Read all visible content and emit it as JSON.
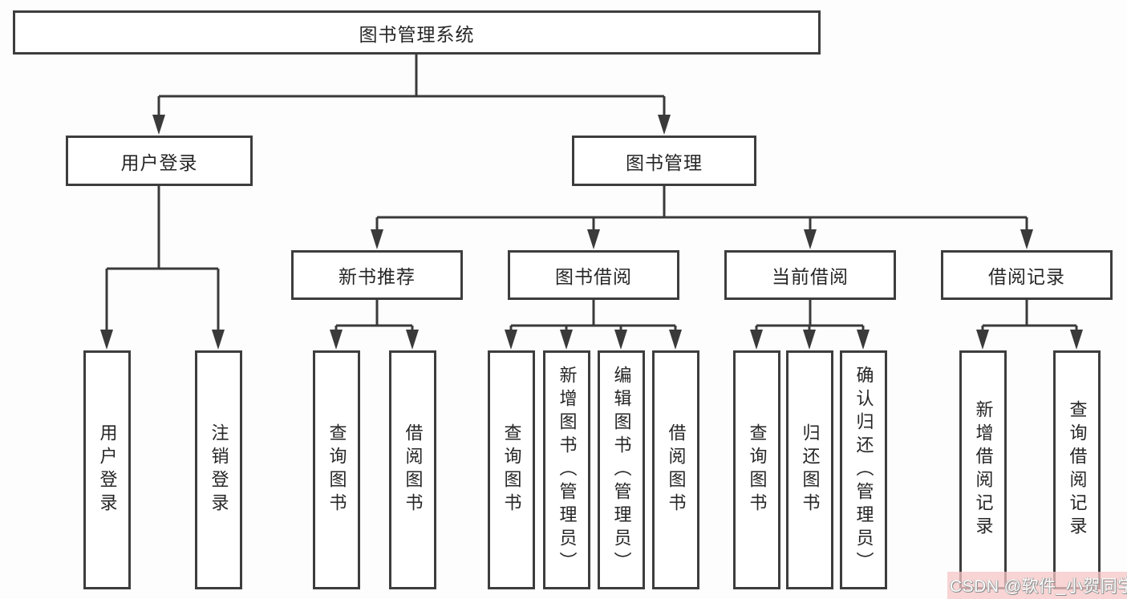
{
  "title": "图书管理系统",
  "tree": {
    "label": "图书管理系统",
    "children": [
      {
        "label": "用户登录",
        "children": [
          {
            "label": "用户登录"
          },
          {
            "label": "注销登录"
          }
        ]
      },
      {
        "label": "图书管理",
        "children": [
          {
            "label": "新书推荐",
            "children": [
              {
                "label": "查询图书"
              },
              {
                "label": "借阅图书"
              }
            ]
          },
          {
            "label": "图书借阅",
            "children": [
              {
                "label": "查询图书"
              },
              {
                "label": "新增图书（管理员）"
              },
              {
                "label": "编辑图书（管理员）"
              },
              {
                "label": "借阅图书"
              }
            ]
          },
          {
            "label": "当前借阅",
            "children": [
              {
                "label": "查询图书"
              },
              {
                "label": "归还图书"
              },
              {
                "label": "确认归还（管理员）"
              }
            ]
          },
          {
            "label": "借阅记录",
            "children": [
              {
                "label": "新增借阅记录"
              },
              {
                "label": "查询借阅记录"
              }
            ]
          }
        ]
      }
    ]
  },
  "watermark": {
    "text": "CSDN @软件_小贺同学"
  },
  "colors": {
    "line": "#3a3a3a",
    "box_border": "#3d3d3d",
    "text": "#262626",
    "background": "#fdfdfd",
    "watermark_bg": "#f6c6c6",
    "watermark_text": "#fbfbfb"
  }
}
